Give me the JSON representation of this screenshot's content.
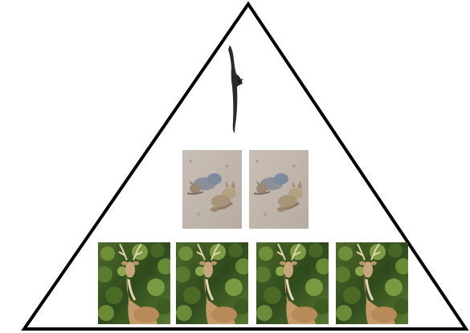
{
  "diagram": {
    "kind": "food-pyramid",
    "background_color": "#ffffff",
    "outline_color": "#000000",
    "levels": [
      {
        "level": "top",
        "organism": "eagle",
        "count": 1
      },
      {
        "level": "middle",
        "organism": "coyote",
        "count": 2
      },
      {
        "level": "bottom",
        "organism": "deer",
        "count": 4
      }
    ]
  }
}
